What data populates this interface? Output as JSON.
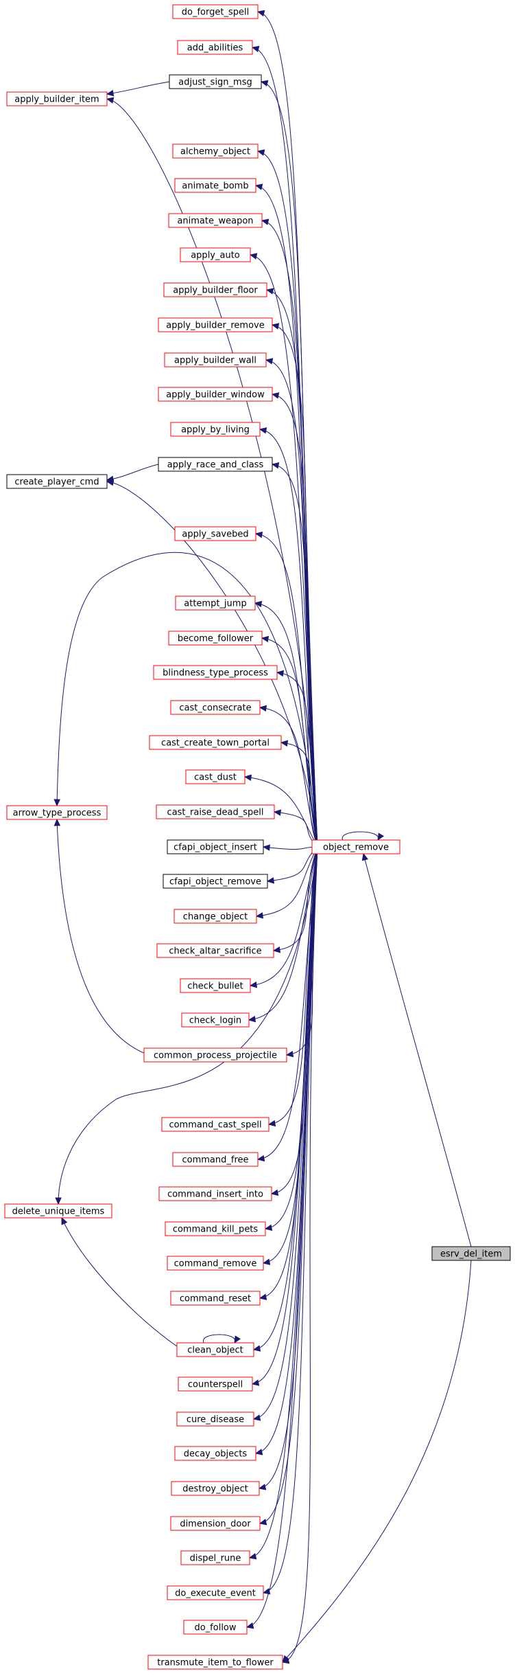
{
  "graph": {
    "colors": {
      "edge": "#191970",
      "border_red": "#ff0000",
      "border_black": "#000000",
      "highlight_fill": "#bfbfbf"
    },
    "nodes": [
      {
        "id": "do_forget_spell",
        "label": "do_forget_spell",
        "border": "red"
      },
      {
        "id": "add_abilities",
        "label": "add_abilities",
        "border": "red"
      },
      {
        "id": "adjust_sign_msg",
        "label": "adjust_sign_msg",
        "border": "black"
      },
      {
        "id": "apply_builder_item",
        "label": "apply_builder_item",
        "border": "red"
      },
      {
        "id": "alchemy_object",
        "label": "alchemy_object",
        "border": "red"
      },
      {
        "id": "animate_bomb",
        "label": "animate_bomb",
        "border": "red"
      },
      {
        "id": "animate_weapon",
        "label": "animate_weapon",
        "border": "red"
      },
      {
        "id": "apply_auto",
        "label": "apply_auto",
        "border": "red"
      },
      {
        "id": "apply_builder_floor",
        "label": "apply_builder_floor",
        "border": "red"
      },
      {
        "id": "apply_builder_remove",
        "label": "apply_builder_remove",
        "border": "red"
      },
      {
        "id": "apply_builder_wall",
        "label": "apply_builder_wall",
        "border": "red"
      },
      {
        "id": "apply_builder_window",
        "label": "apply_builder_window",
        "border": "red"
      },
      {
        "id": "apply_by_living",
        "label": "apply_by_living",
        "border": "red"
      },
      {
        "id": "apply_race_and_class",
        "label": "apply_race_and_class",
        "border": "black"
      },
      {
        "id": "create_player_cmd",
        "label": "create_player_cmd",
        "border": "black"
      },
      {
        "id": "apply_savebed",
        "label": "apply_savebed",
        "border": "red"
      },
      {
        "id": "attempt_jump",
        "label": "attempt_jump",
        "border": "red"
      },
      {
        "id": "become_follower",
        "label": "become_follower",
        "border": "red"
      },
      {
        "id": "blindness_type_process",
        "label": "blindness_type_process",
        "border": "red"
      },
      {
        "id": "cast_consecrate",
        "label": "cast_consecrate",
        "border": "red"
      },
      {
        "id": "cast_create_town_portal",
        "label": "cast_create_town_portal",
        "border": "red"
      },
      {
        "id": "cast_dust",
        "label": "cast_dust",
        "border": "red"
      },
      {
        "id": "cast_raise_dead_spell",
        "label": "cast_raise_dead_spell",
        "border": "red"
      },
      {
        "id": "arrow_type_process",
        "label": "arrow_type_process",
        "border": "red"
      },
      {
        "id": "cfapi_object_insert",
        "label": "cfapi_object_insert",
        "border": "black"
      },
      {
        "id": "object_remove",
        "label": "object_remove",
        "border": "red"
      },
      {
        "id": "cfapi_object_remove",
        "label": "cfapi_object_remove",
        "border": "black"
      },
      {
        "id": "change_object",
        "label": "change_object",
        "border": "red"
      },
      {
        "id": "check_altar_sacrifice",
        "label": "check_altar_sacrifice",
        "border": "red"
      },
      {
        "id": "check_bullet",
        "label": "check_bullet",
        "border": "red"
      },
      {
        "id": "check_login",
        "label": "check_login",
        "border": "red"
      },
      {
        "id": "common_process_projectile",
        "label": "common_process_projectile",
        "border": "red"
      },
      {
        "id": "command_cast_spell",
        "label": "command_cast_spell",
        "border": "red"
      },
      {
        "id": "command_free",
        "label": "command_free",
        "border": "red"
      },
      {
        "id": "command_insert_into",
        "label": "command_insert_into",
        "border": "red"
      },
      {
        "id": "command_kill_pets",
        "label": "command_kill_pets",
        "border": "red"
      },
      {
        "id": "delete_unique_items",
        "label": "delete_unique_items",
        "border": "red"
      },
      {
        "id": "esrv_del_item",
        "label": "esrv_del_item",
        "border": "black",
        "highlight": true
      },
      {
        "id": "command_remove",
        "label": "command_remove",
        "border": "red"
      },
      {
        "id": "command_reset",
        "label": "command_reset",
        "border": "red"
      },
      {
        "id": "clean_object",
        "label": "clean_object",
        "border": "red"
      },
      {
        "id": "counterspell",
        "label": "counterspell",
        "border": "red"
      },
      {
        "id": "cure_disease",
        "label": "cure_disease",
        "border": "red"
      },
      {
        "id": "decay_objects",
        "label": "decay_objects",
        "border": "red"
      },
      {
        "id": "destroy_object",
        "label": "destroy_object",
        "border": "red"
      },
      {
        "id": "dimension_door",
        "label": "dimension_door",
        "border": "red"
      },
      {
        "id": "dispel_rune",
        "label": "dispel_rune",
        "border": "red"
      },
      {
        "id": "do_execute_event",
        "label": "do_execute_event",
        "border": "red"
      },
      {
        "id": "do_follow",
        "label": "do_follow",
        "border": "red"
      },
      {
        "id": "transmute_item_to_flower",
        "label": "transmute_item_to_flower",
        "border": "red"
      }
    ],
    "edges": [
      [
        "adjust_sign_msg",
        "apply_builder_item"
      ],
      [
        "apply_race_and_class",
        "create_player_cmd"
      ],
      [
        "common_process_projectile",
        "arrow_type_process"
      ],
      [
        "clean_object",
        "delete_unique_items"
      ],
      [
        "clean_object",
        "clean_object"
      ],
      [
        "object_remove",
        "object_remove"
      ],
      [
        "object_remove",
        "do_forget_spell"
      ],
      [
        "object_remove",
        "add_abilities"
      ],
      [
        "object_remove",
        "adjust_sign_msg"
      ],
      [
        "object_remove",
        "apply_builder_item"
      ],
      [
        "object_remove",
        "alchemy_object"
      ],
      [
        "object_remove",
        "animate_bomb"
      ],
      [
        "object_remove",
        "animate_weapon"
      ],
      [
        "object_remove",
        "apply_auto"
      ],
      [
        "object_remove",
        "apply_builder_floor"
      ],
      [
        "object_remove",
        "apply_builder_remove"
      ],
      [
        "object_remove",
        "apply_builder_wall"
      ],
      [
        "object_remove",
        "apply_builder_window"
      ],
      [
        "object_remove",
        "apply_by_living"
      ],
      [
        "object_remove",
        "apply_race_and_class"
      ],
      [
        "object_remove",
        "create_player_cmd"
      ],
      [
        "object_remove",
        "apply_savebed"
      ],
      [
        "object_remove",
        "arrow_type_process"
      ],
      [
        "object_remove",
        "attempt_jump"
      ],
      [
        "object_remove",
        "become_follower"
      ],
      [
        "object_remove",
        "blindness_type_process"
      ],
      [
        "object_remove",
        "cast_consecrate"
      ],
      [
        "object_remove",
        "cast_create_town_portal"
      ],
      [
        "object_remove",
        "cast_dust"
      ],
      [
        "object_remove",
        "cast_raise_dead_spell"
      ],
      [
        "object_remove",
        "cfapi_object_insert"
      ],
      [
        "object_remove",
        "cfapi_object_remove"
      ],
      [
        "object_remove",
        "change_object"
      ],
      [
        "object_remove",
        "check_altar_sacrifice"
      ],
      [
        "object_remove",
        "check_bullet"
      ],
      [
        "object_remove",
        "check_login"
      ],
      [
        "object_remove",
        "common_process_projectile"
      ],
      [
        "object_remove",
        "delete_unique_items"
      ],
      [
        "object_remove",
        "command_cast_spell"
      ],
      [
        "object_remove",
        "command_free"
      ],
      [
        "object_remove",
        "command_insert_into"
      ],
      [
        "object_remove",
        "command_kill_pets"
      ],
      [
        "object_remove",
        "command_remove"
      ],
      [
        "object_remove",
        "command_reset"
      ],
      [
        "object_remove",
        "clean_object"
      ],
      [
        "object_remove",
        "counterspell"
      ],
      [
        "object_remove",
        "cure_disease"
      ],
      [
        "object_remove",
        "decay_objects"
      ],
      [
        "object_remove",
        "destroy_object"
      ],
      [
        "object_remove",
        "dimension_door"
      ],
      [
        "object_remove",
        "dispel_rune"
      ],
      [
        "object_remove",
        "do_execute_event"
      ],
      [
        "object_remove",
        "do_follow"
      ],
      [
        "object_remove",
        "transmute_item_to_flower"
      ],
      [
        "esrv_del_item",
        "object_remove"
      ],
      [
        "esrv_del_item",
        "transmute_item_to_flower"
      ]
    ]
  }
}
